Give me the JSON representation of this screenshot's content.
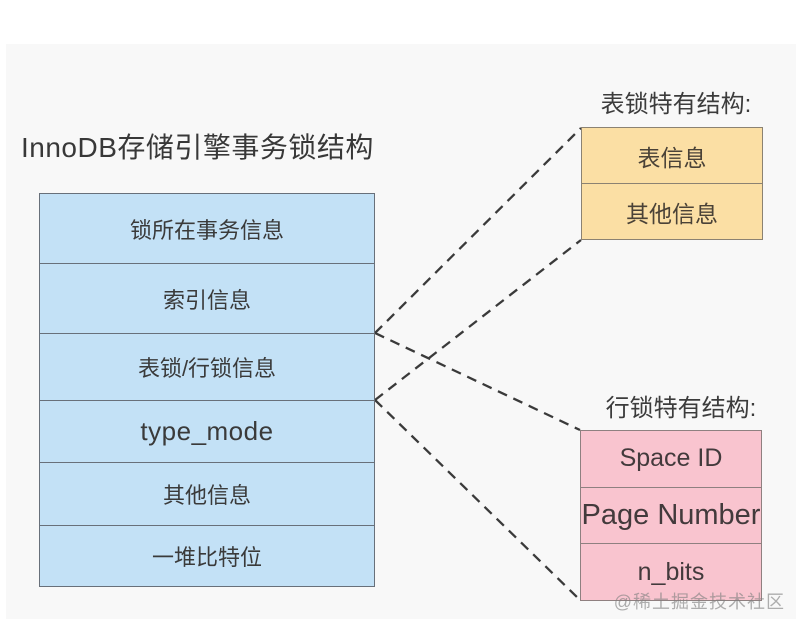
{
  "page": {
    "title": "InnoDB存储引擎事务锁结构",
    "watermark": "@稀土掘金技术社区"
  },
  "lock_structure": {
    "rows": [
      "锁所在事务信息",
      "索引信息",
      "表锁/行锁信息",
      "type_mode",
      "其他信息",
      "一堆比特位"
    ]
  },
  "table_lock": {
    "label": "表锁特有结构:",
    "rows": [
      "表信息",
      "其他信息"
    ]
  },
  "row_lock": {
    "label": "行锁特有结构:",
    "rows": [
      "Space ID",
      "Page Number",
      "n_bits"
    ]
  },
  "colors": {
    "panel_background": "#f8f8f8",
    "main_table_fill": "#c3e1f6",
    "table_lock_fill": "#fbdfa4",
    "row_lock_fill": "#f9c4cf",
    "connector_line": "#3a3a3a"
  }
}
